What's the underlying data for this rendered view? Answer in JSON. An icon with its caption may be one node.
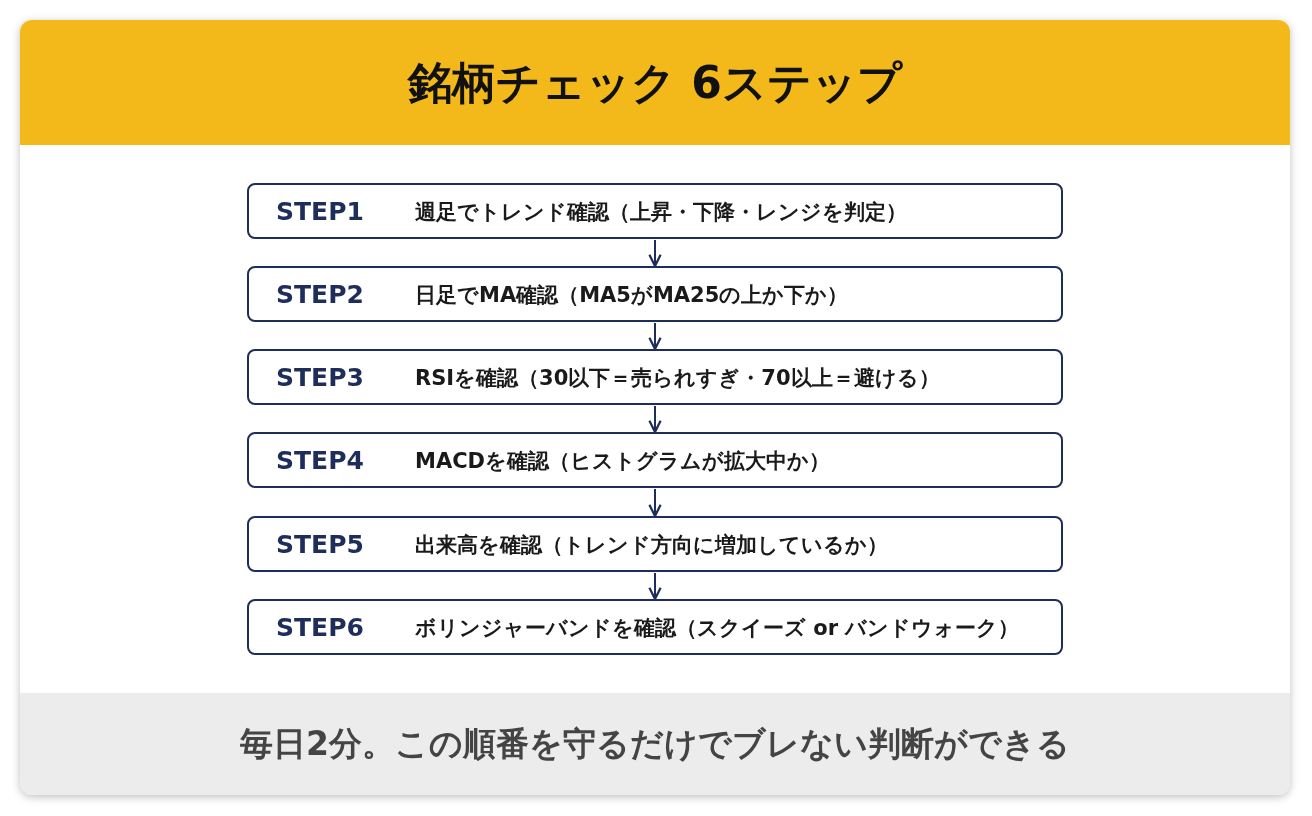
{
  "diagram": {
    "title": "銘柄チェック 6ステップ",
    "caption": "毎日2分。この順番を守るだけでブレない判断ができる",
    "nodes": [
      {
        "text": [
          "STEP1",
          "週足でトレンド確認（上昇・下降・レンジを判定）"
        ]
      },
      {
        "text": [
          "STEP2",
          "日足でMA確認（MA5がMA25の上か下か）"
        ]
      },
      {
        "text": [
          "STEP3",
          "RSIを確認（30以下＝売られすぎ・70以上＝避ける）"
        ]
      },
      {
        "text": [
          "STEP4",
          "MACDを確認（ヒストグラムが拡大中か）"
        ]
      },
      {
        "text": [
          "STEP5",
          "出来高を確認（トレンド方向に増加しているか）"
        ]
      },
      {
        "text": [
          "STEP6",
          "ボリンジャーバンドを確認（スクイーズ or バンドウォーク）"
        ]
      }
    ],
    "edges": [
      {
        "from": 0,
        "to": 1,
        "arrow": "to"
      },
      {
        "from": 1,
        "to": 2,
        "arrow": "to"
      },
      {
        "from": 2,
        "to": 3,
        "arrow": "to"
      },
      {
        "from": 3,
        "to": 4,
        "arrow": "to"
      },
      {
        "from": 4,
        "to": 5,
        "arrow": "to"
      }
    ]
  }
}
